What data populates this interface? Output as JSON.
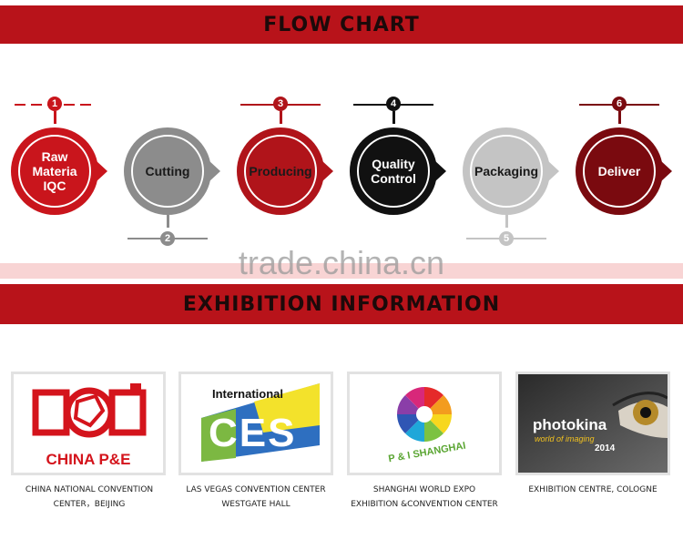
{
  "flow_title": "FLOW CHART",
  "exhibition_title": "EXHIBITION INFORMATION",
  "watermark": "trade.china.cn",
  "steps": [
    {
      "number": "1",
      "label": "Raw Materia IQC",
      "color": "#c9151c"
    },
    {
      "number": "2",
      "label": "Cutting",
      "color": "#8c8c8c"
    },
    {
      "number": "3",
      "label": "Producing",
      "color": "#b0141a"
    },
    {
      "number": "4",
      "label": "Quality Control",
      "color": "#111111"
    },
    {
      "number": "5",
      "label": "Packaging",
      "color": "#c4c4c4"
    },
    {
      "number": "6",
      "label": "Deliver",
      "color": "#7a0a0f"
    }
  ],
  "exhibitions": [
    {
      "logo_text": "CHINA P&E",
      "caption_line1": "CHINA NATIONAL CONVENTION",
      "caption_line2": "CENTER，BEIJING"
    },
    {
      "logo_text": "International",
      "logo_text2": "CES",
      "caption_line1": "LAS VEGAS CONVENTION CENTER",
      "caption_line2": "WESTGATE HALL"
    },
    {
      "logo_text": "P & I SHANGHAI",
      "caption_line1": "SHANGHAI WORLD EXPO",
      "caption_line2": "EXHIBITION &CONVENTION CENTER"
    },
    {
      "logo_text": "photokina",
      "logo_text2": "world of imaging",
      "logo_text3": "2014",
      "caption_line1": "EXHIBITION CENTRE, COLOGNE",
      "caption_line2": ""
    }
  ],
  "colors": {
    "accent": "#b8131a",
    "band": "#f8d4d4"
  }
}
